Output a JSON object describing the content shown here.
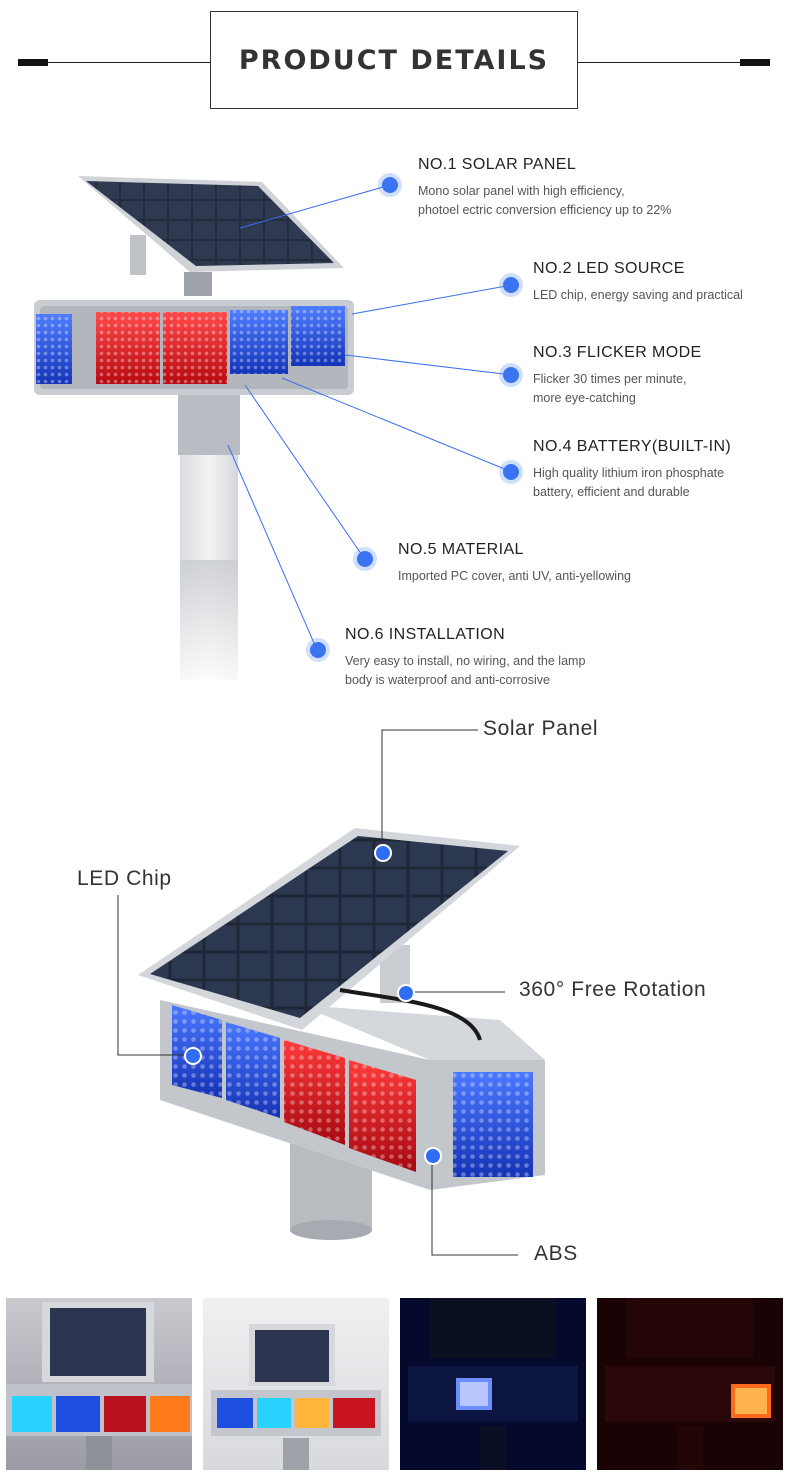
{
  "header": {
    "title": "PRODUCT DETAILS"
  },
  "features": [
    {
      "title": "NO.1 SOLAR PANEL",
      "lines": [
        "Mono solar panel with high efficiency,",
        "photoel ectric conversion efficiency up to 22%"
      ]
    },
    {
      "title": "NO.2 LED SOURCE",
      "lines": [
        "LED chip, energy saving and practical"
      ]
    },
    {
      "title": "NO.3 FLICKER MODE",
      "lines": [
        "Flicker 30 times per minute,",
        "more eye-catching"
      ]
    },
    {
      "title": "NO.4 BATTERY(BUILT-IN)",
      "lines": [
        "High quality lithium iron phosphate",
        "battery, efficient and durable"
      ]
    },
    {
      "title": "NO.5 MATERIAL",
      "lines": [
        "Imported PC cover, anti UV, anti-yellowing"
      ]
    },
    {
      "title": "NO.6 INSTALLATION",
      "lines": [
        "Very easy to install, no wiring, and the lamp",
        "body is waterproof and anti-corrosive"
      ]
    }
  ],
  "parts": {
    "solar_panel": "Solar Panel",
    "led_chip": "LED Chip",
    "rotation": "360° Free Rotation",
    "abs": "ABS"
  },
  "colors": {
    "accent_blue": "#3b74f0",
    "led_red": "#d8141e",
    "led_blue": "#1e4fe0",
    "led_amber": "#ff7a1a",
    "led_cyan": "#2ad3ff"
  }
}
